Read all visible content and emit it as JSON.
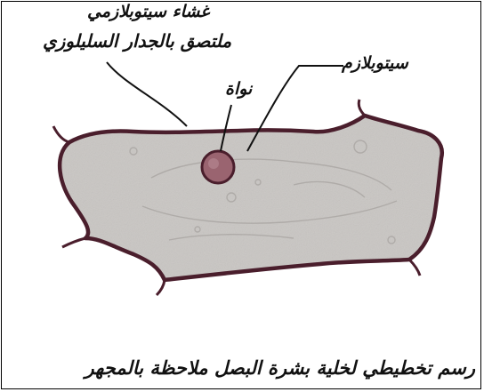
{
  "diagram": {
    "labels": {
      "membrane_line1": "غشاء سيتوبلازمي",
      "membrane_line2": "ملتصق بالجدار السليلوزي",
      "cytoplasm": "سيتوبلازم",
      "nucleus": "نواة"
    },
    "caption": "رسم تخطيطي لخلية بشرة البصل ملاحظة بالمجهر"
  },
  "colors": {
    "wall_outline": "#4a1e2c",
    "cytoplasm_fill": "#c9c6c3",
    "nucleus_fill": "#9a6470",
    "line": "#111111"
  }
}
